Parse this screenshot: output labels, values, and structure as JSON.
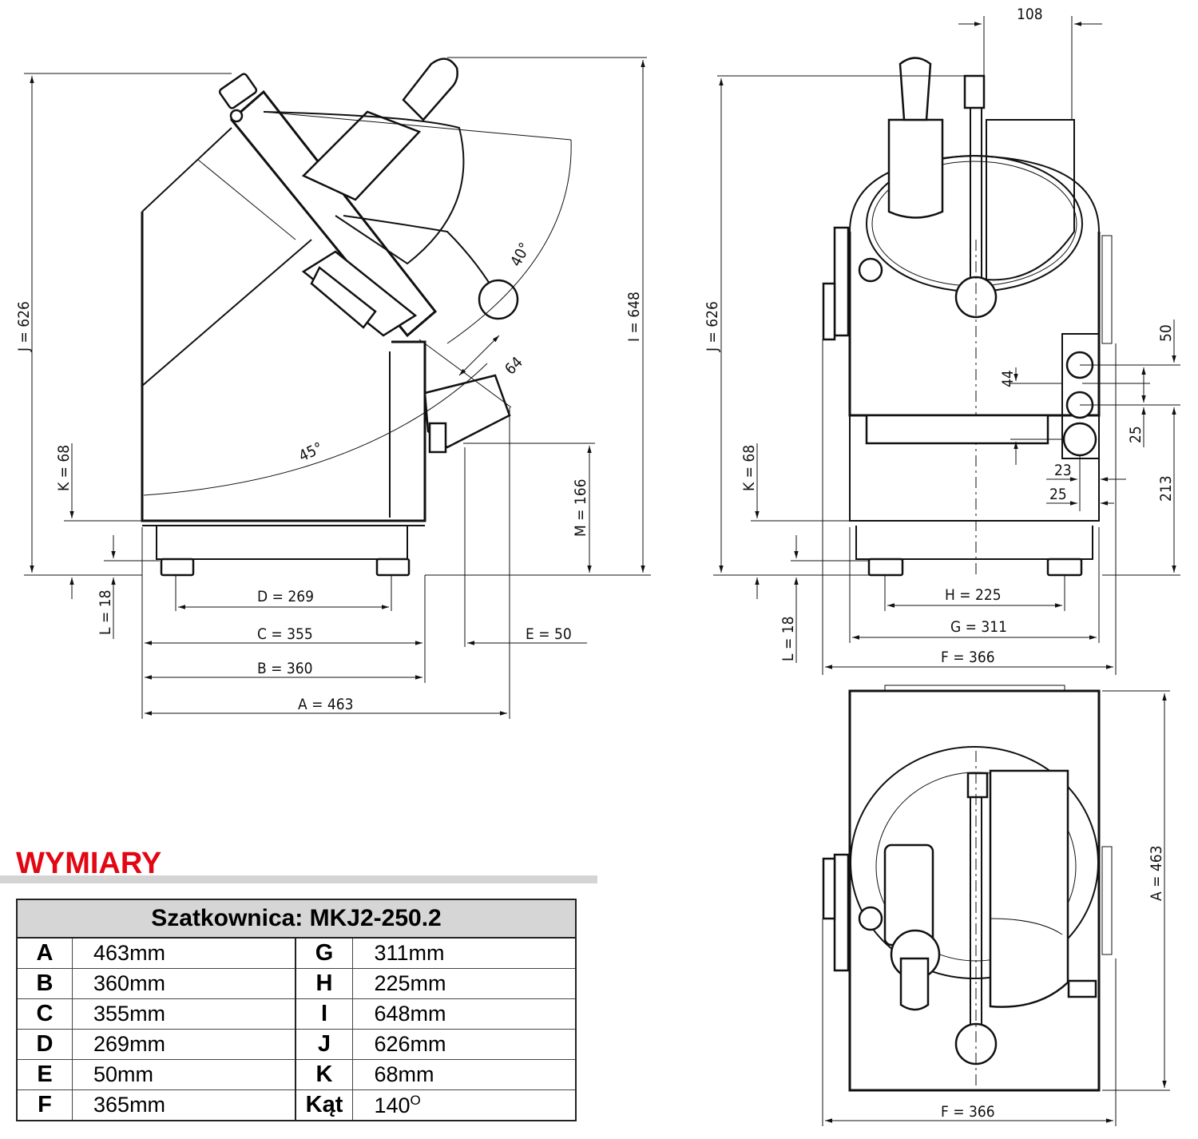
{
  "section_title": "WYMIARY",
  "table": {
    "title": "Szatkownica: MKJ2-250.2",
    "rows": [
      {
        "k1": "A",
        "v1": "463mm",
        "k2": "G",
        "v2": "311mm"
      },
      {
        "k1": "B",
        "v1": "360mm",
        "k2": "H",
        "v2": "225mm"
      },
      {
        "k1": "C",
        "v1": "355mm",
        "k2": "I",
        "v2": "648mm"
      },
      {
        "k1": "D",
        "v1": "269mm",
        "k2": "J",
        "v2": "626mm"
      },
      {
        "k1": "E",
        "v1": "50mm",
        "k2": "K",
        "v2": "68mm"
      },
      {
        "k1": "F",
        "v1": "365mm",
        "k2": "Kąt",
        "v2": "140",
        "v2_sup": "O"
      }
    ]
  },
  "side_view": {
    "A": "A = 463",
    "B": "B = 360",
    "C": "C = 355",
    "D": "D = 269",
    "E": "E = 50",
    "J": "J = 626",
    "I": "I = 648",
    "K": "K = 68",
    "L": "L = 18",
    "M": "M = 166",
    "angle_45": "45°",
    "angle_40": "40°",
    "d64": "64"
  },
  "front_view": {
    "d108": "108",
    "J": "J = 626",
    "K": "K = 68",
    "L": "L = 18",
    "H": "H =  225",
    "G": "G = 311",
    "F": "F = 366",
    "d50": "50",
    "d44": "44",
    "d25a": "25",
    "d23": "23",
    "d25b": "25",
    "d213": "213"
  },
  "top_view": {
    "A": "A = 463",
    "F": "F = 366"
  },
  "colors": {
    "accent": "#e30613",
    "header_fill": "#d6d6d6",
    "line": "#111111"
  }
}
